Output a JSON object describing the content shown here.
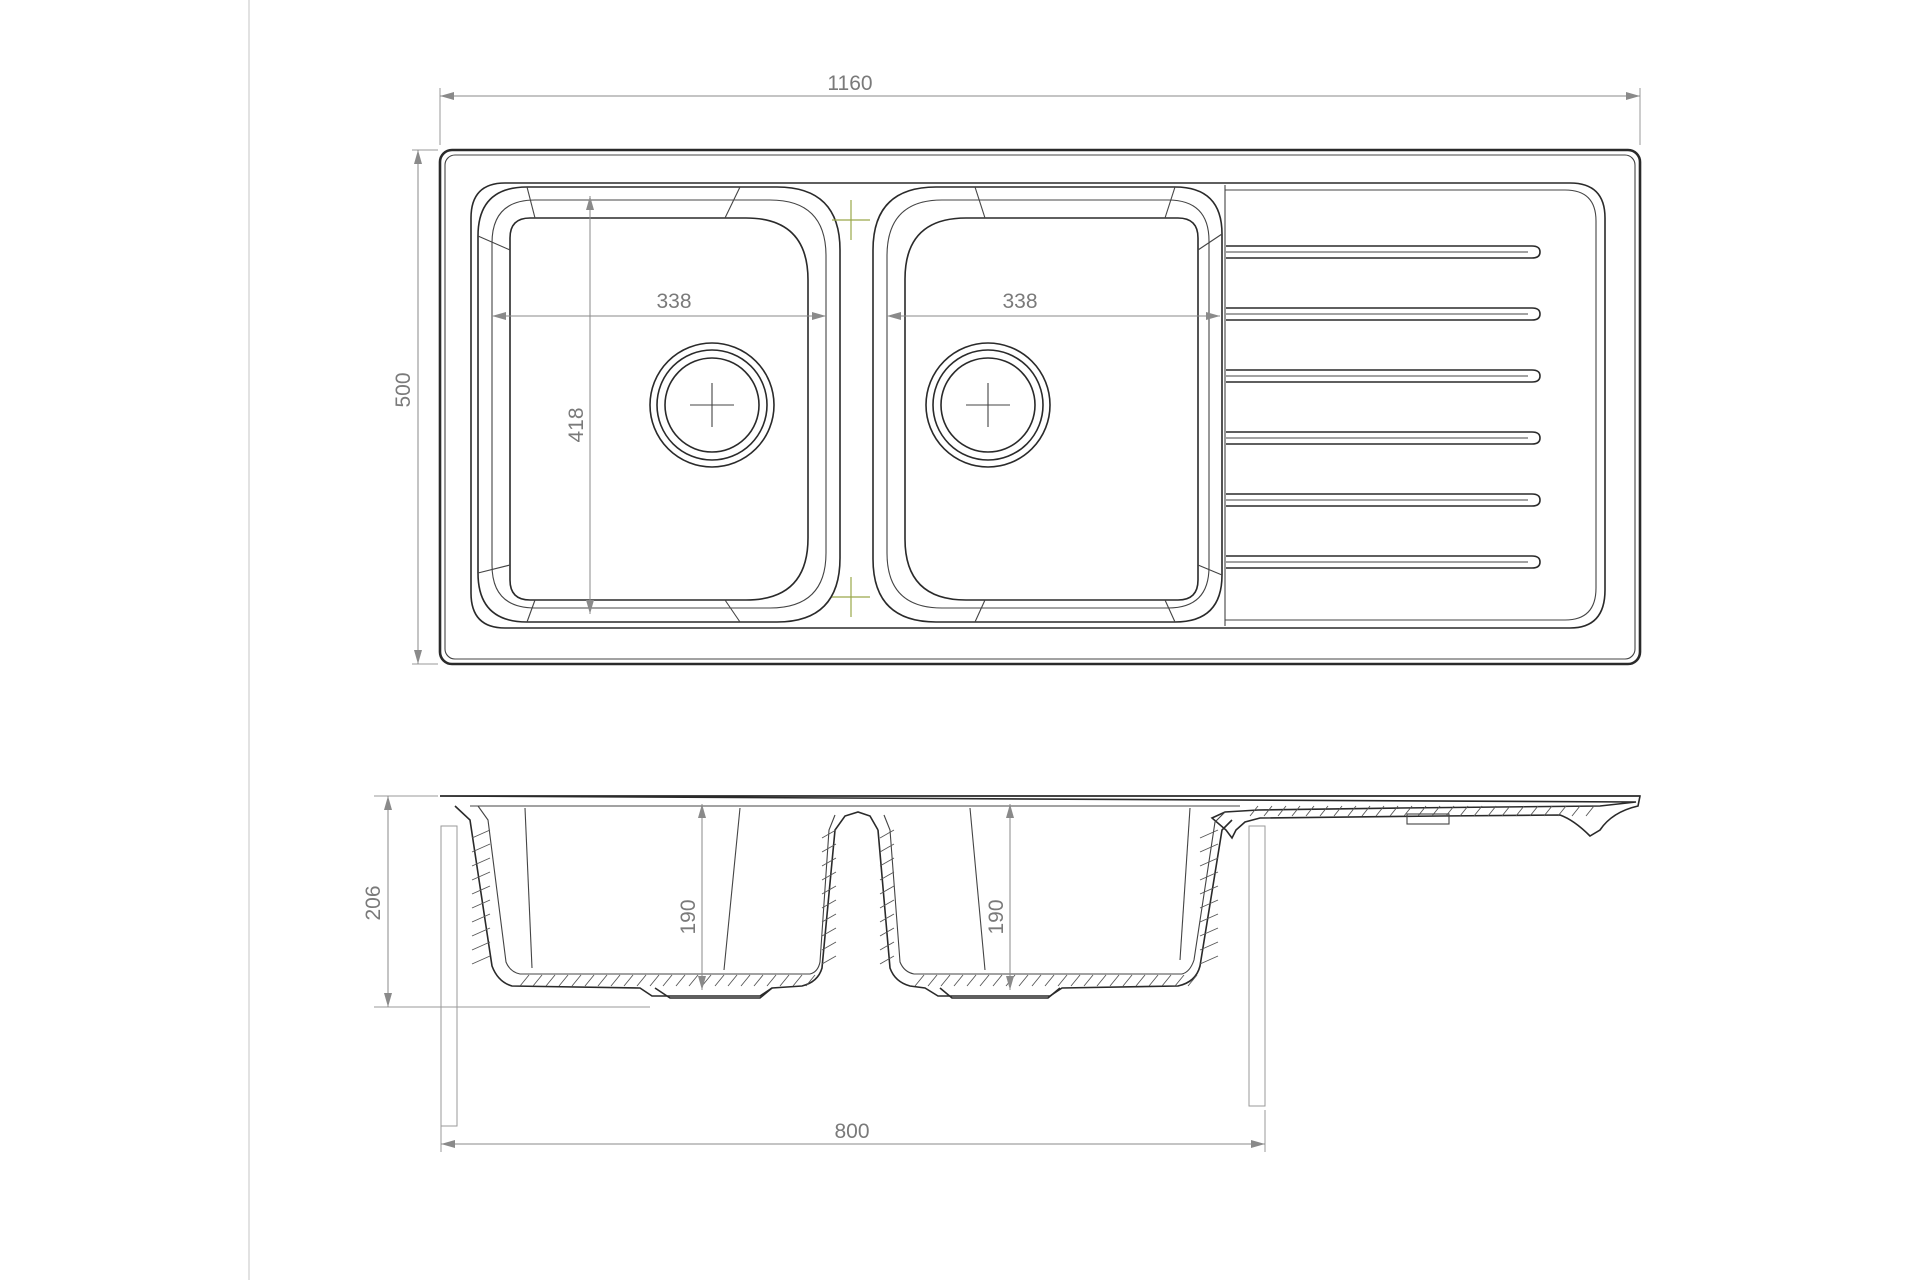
{
  "drawing": {
    "dimensions": {
      "overall_length": "1160",
      "overall_width": "500",
      "bowl_left_width": "338",
      "bowl_right_width": "338",
      "bowl_length": "418",
      "depth_total": "206",
      "bowl_left_depth": "190",
      "bowl_right_depth": "190",
      "cutout_width": "800"
    },
    "drainer_groove_count": 6,
    "colors": {
      "line": "#2a2a2a",
      "dimension": "#8a8a8a",
      "marker": "#9aa84a"
    }
  }
}
